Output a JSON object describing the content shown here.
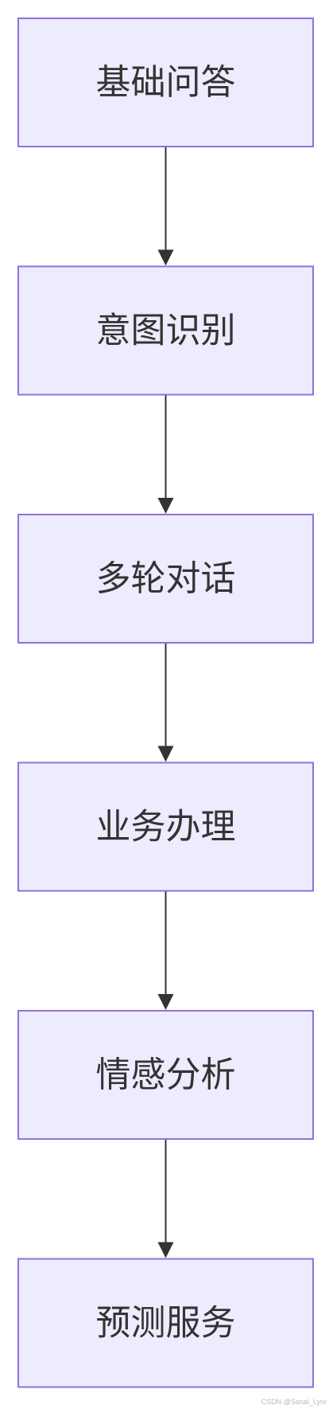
{
  "diagram": {
    "type": "vertical-flowchart",
    "colors": {
      "node_fill": "#ececfe",
      "node_border": "#9370db",
      "text": "#333333",
      "edge": "#333333"
    },
    "nodes": [
      {
        "id": "n1",
        "label": "基础问答"
      },
      {
        "id": "n2",
        "label": "意图识别"
      },
      {
        "id": "n3",
        "label": "多轮对话"
      },
      {
        "id": "n4",
        "label": "业务办理"
      },
      {
        "id": "n5",
        "label": "情感分析"
      },
      {
        "id": "n6",
        "label": "预测服务"
      }
    ],
    "edges": [
      {
        "from": "n1",
        "to": "n2"
      },
      {
        "from": "n2",
        "to": "n3"
      },
      {
        "from": "n3",
        "to": "n4"
      },
      {
        "from": "n4",
        "to": "n5"
      },
      {
        "from": "n5",
        "to": "n6"
      }
    ]
  },
  "watermark": "CSDN @Sonal_Lynr"
}
